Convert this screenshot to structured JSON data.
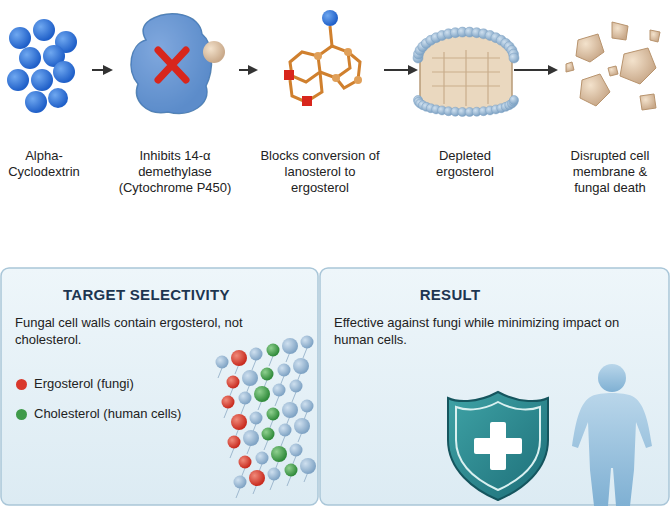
{
  "diagram": {
    "nodes": [
      {
        "text": [
          "Alpha- Cyclodextrin"
        ]
      },
      {
        "text": [
          "Inhibits 14-α demethylase (Cytochrome P450)"
        ]
      },
      {
        "text": [
          "Blocks conversion of lanosterol to ergosterol"
        ]
      },
      {
        "text": [
          "Depleted ergosterol"
        ]
      },
      {
        "text": [
          "Disrupted cell membrane & fungal death"
        ]
      },
      {
        "text": [
          "TARGET SELECTIVITY",
          "Fungal cell walls contain ergosterol, not cholesterol."
        ]
      },
      {
        "text": [
          "RESULT",
          "Effective against fungi while minimizing impact on human cells."
        ]
      }
    ],
    "edges": [
      {
        "from": 0,
        "to": 1,
        "arrow": "to"
      },
      {
        "from": 1,
        "to": 2,
        "arrow": "to"
      },
      {
        "from": 2,
        "to": 3,
        "arrow": "to"
      },
      {
        "from": 3,
        "to": 4,
        "arrow": "to"
      }
    ],
    "legend": [
      {
        "text": "Ergosterol (fungi)",
        "color": "#d9382c"
      },
      {
        "text": "Cholesterol (human cells)",
        "color": "#3f9a4a"
      }
    ]
  }
}
